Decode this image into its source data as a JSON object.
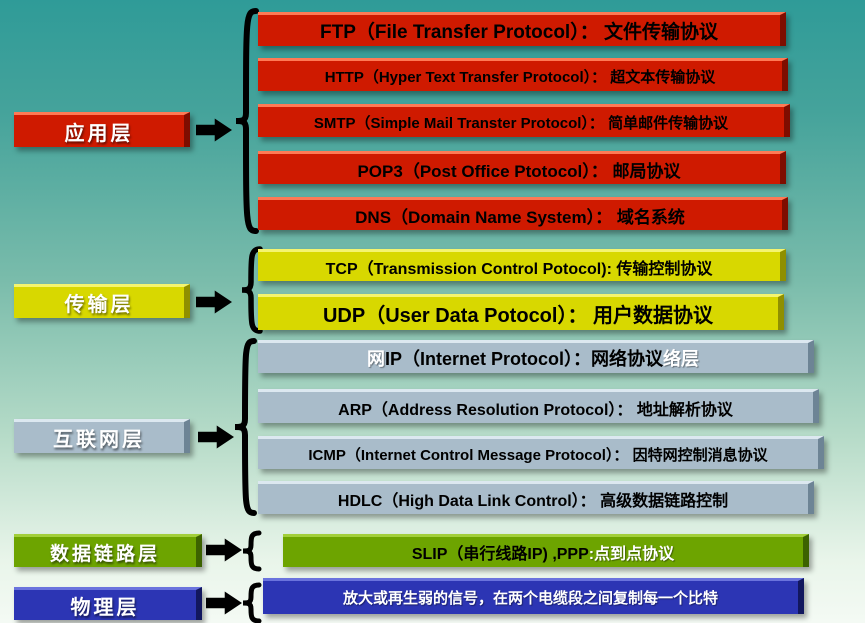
{
  "layers": [
    {
      "label": "应用层",
      "protocols": [
        "FTP（File Transfer Protocol）： 文件传输协议",
        "HTTP（Hyper Text Transfer Protocol）： 超文本传输协议",
        "SMTP（Simple Mail Transter Protocol）： 简单邮件传输协议",
        "POP3（Post Office Ptotocol）： 邮局协议",
        "DNS（Domain Name System）： 域名系统"
      ]
    },
    {
      "label": "传输层",
      "protocols": [
        "TCP（Transmission Control Potocol): 传输控制协议",
        "UDP（User Data Potocol）： 用户数据协议"
      ]
    },
    {
      "label": "互联网层",
      "ip_box": {
        "prefix": "网",
        "main": "IP（Internet Protocol）：网络协议",
        "suffix": "络层"
      },
      "protocols": [
        "ARP（Address Resolution Protocol）： 地址解析协议",
        "ICMP（Internet Control Message Protocol）： 因特网控制消息协议",
        "HDLC（High Data Link Control）： 高级数据链路控制"
      ]
    },
    {
      "label": "数据链路层",
      "slip_box": {
        "main": "SLIP（串行线路IP) ,PPP",
        "suffix": " :点到点协议"
      }
    },
    {
      "label": "物理层",
      "description": "放大或再生弱的信号，在两个电缆段之间复制每一个比特"
    }
  ],
  "colors": {
    "background_top": "#2f9b98",
    "background_bottom": "#f4faf4",
    "application_red": "#cf1a00",
    "transport_yellow": "#d8d800",
    "internet_blue_gray": "#a9bcca",
    "datalink_green": "#6da400",
    "physical_navy": "#2c35b4",
    "brace_black": "#000000"
  }
}
